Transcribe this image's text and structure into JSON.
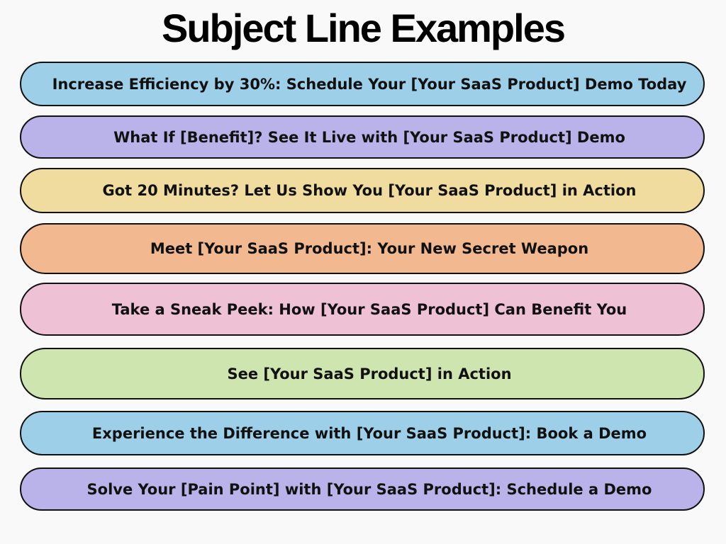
{
  "title": "Subject Line Examples",
  "items": [
    {
      "label": "Increase Efficiency by 30%: Schedule Your [Your SaaS Product] Demo Today",
      "color": "#9dcfe8"
    },
    {
      "label": "What If [Benefit]? See It Live with [Your SaaS Product] Demo",
      "color": "#b9b3e9"
    },
    {
      "label": "Got 20 Minutes? Let Us Show You [Your SaaS Product] in Action",
      "color": "#f0dc9f"
    },
    {
      "label": "Meet [Your SaaS Product]: Your New Secret Weapon",
      "color": "#f2b991"
    },
    {
      "label": "Take a Sneak Peek: How [Your SaaS Product] Can Benefit You",
      "color": "#efc1d4"
    },
    {
      "label": "See [Your SaaS Product] in Action",
      "color": "#cfe5b0"
    },
    {
      "label": "Experience the Difference with [Your SaaS Product]: Book a Demo",
      "color": "#9dcfe8"
    },
    {
      "label": "Solve Your [Pain Point] with [Your SaaS Product]: Schedule a Demo",
      "color": "#b9b3e9"
    }
  ]
}
